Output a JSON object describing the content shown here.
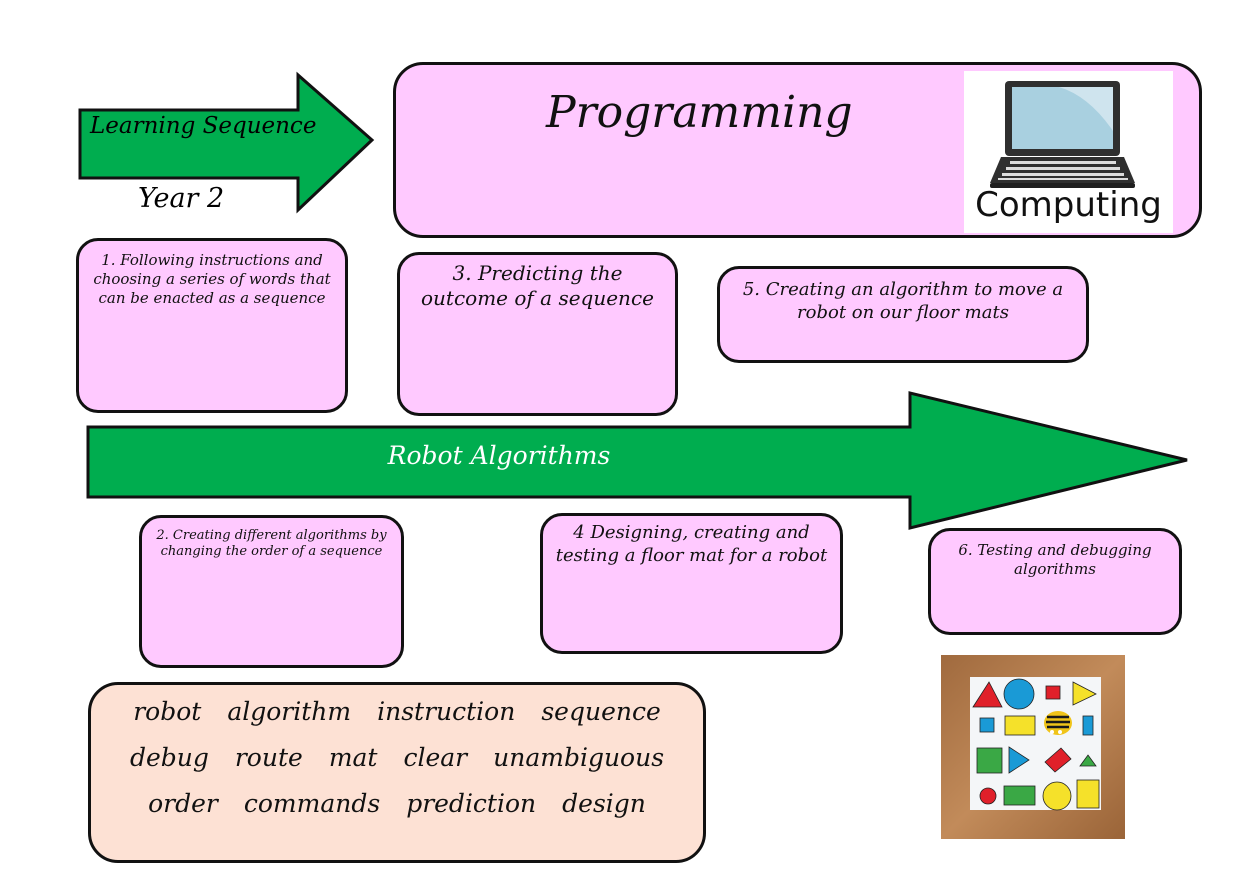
{
  "header": {
    "learning_sequence_label": "Learning Sequence",
    "year_label": "Year 2",
    "topic_title": "Programming",
    "subject_icon": "laptop-icon",
    "subject_label": "Computing"
  },
  "colors": {
    "arrow_green": "#00ad4f",
    "card_pink": "#ffc9ff",
    "vocab_peach": "#fde1d4",
    "outline": "#111111"
  },
  "unit_title": "Robot Algorithms",
  "lessons": [
    {
      "number": 1,
      "text": "1. Following instructions and choosing a series of words that can be enacted as a sequence"
    },
    {
      "number": 2,
      "text": "2. Creating different algorithms by changing the order of a sequence"
    },
    {
      "number": 3,
      "text": "3. Predicting the outcome of a sequence"
    },
    {
      "number": 4,
      "text": "4 Designing, creating and testing a floor mat for a robot"
    },
    {
      "number": 5,
      "text": "5. Creating an algorithm to move a robot on our floor mats"
    },
    {
      "number": 6,
      "text": "6. Testing and debugging algorithms"
    }
  ],
  "vocabulary": {
    "rows": [
      [
        "robot",
        "algorithm",
        "instruction",
        "sequence"
      ],
      [
        "debug",
        "route",
        "mat",
        "clear",
        "unambiguous"
      ],
      [
        "order",
        "commands",
        "prediction",
        "design"
      ]
    ]
  },
  "photo": {
    "subject": "bee-bot-floor-mat-photo",
    "shapes": [
      [
        "red-triangle",
        "blue-circle",
        "red-square",
        "yellow-triangle"
      ],
      [
        "blue-square",
        "yellow-rectangle",
        "bee-bot-robot",
        "blue-rectangle"
      ],
      [
        "green-square",
        "blue-triangle",
        "red-rectangle",
        "green-triangle"
      ],
      [
        "red-circle",
        "green-rectangle",
        "yellow-circle",
        "yellow-square"
      ]
    ]
  }
}
